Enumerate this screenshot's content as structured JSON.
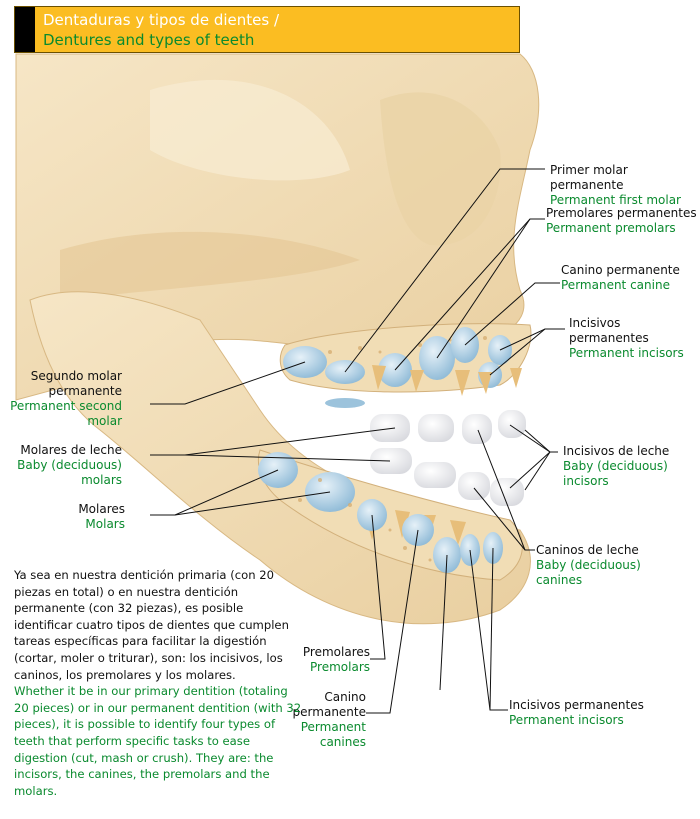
{
  "title": {
    "es": "Dentaduras y tipos de dientes /",
    "en": "Dentures and types of teeth"
  },
  "colors": {
    "title_bg": "#FBBD22",
    "english_text": "#0a8a2e",
    "bone": "#F1DDB5",
    "permanent_tooth": "#A9CDE3",
    "baby_tooth": "#F4F4F6"
  },
  "labels": {
    "first_molar": {
      "es": "Primer molar permanente",
      "en": "Permanent first molar"
    },
    "upper_premolars": {
      "es": "Premolares permanentes",
      "en": "Permanent premolars"
    },
    "upper_canine": {
      "es": "Canino permanente",
      "en": "Permanent canine"
    },
    "upper_incisors": {
      "es": "Incisivos permanentes",
      "en": "Permanent incisors"
    },
    "second_molar": {
      "es1": "Segundo molar",
      "es2": "permanente",
      "en1": "Permanent second",
      "en2": "molar"
    },
    "baby_molars": {
      "es": "Molares de leche",
      "en1": "Baby (deciduous)",
      "en2": "molars"
    },
    "molars": {
      "es": "Molares",
      "en": "Molars"
    },
    "baby_incisors": {
      "es": "Incisivos de leche",
      "en1": "Baby (deciduous)",
      "en2": "incisors"
    },
    "baby_canines": {
      "es": "Caninos de leche",
      "en1": "Baby (deciduous)",
      "en2": "canines"
    },
    "lower_premolars": {
      "es": "Premolares",
      "en": "Premolars"
    },
    "lower_canine": {
      "es1": "Canino",
      "es2": "permanente",
      "en1": "Permanent",
      "en2": "canines"
    },
    "lower_incisors": {
      "es": "Incisivos permanentes",
      "en": "Permanent incisors"
    }
  },
  "body": {
    "es": "Ya sea en nuestra dentición primaria (con 20 piezas en total) o en nuestra dentición permanente (con 32 piezas), es posible identificar cuatro tipos de dientes que cumplen tareas específicas para facilitar la digestión (cortar, moler o triturar), son: los incisivos, los caninos, los premolares y los molares.",
    "en": "Whether it be in our primary dentition (totaling 20 pieces) or in our permanent dentition (with 32 pieces), it is possible to identify four types of teeth that perform specific tasks to ease digestion (cut, mash or crush). They are: the incisors, the canines, the premolars and the molars."
  }
}
